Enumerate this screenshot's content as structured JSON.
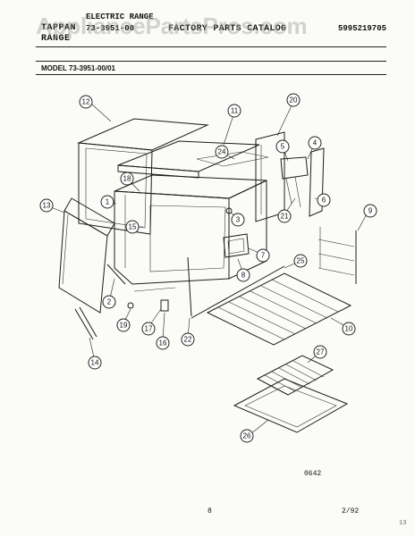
{
  "header": {
    "product": "ELECTRIC RANGE",
    "brand_label": "TAPPAN",
    "range_label": "RANGE",
    "brand_value": "73-3951-00",
    "catalog_title": "FACTORY PARTS CATALOG",
    "part_number": "5995219705"
  },
  "watermark": "AppliancePartsPros.com",
  "model_line": "MODEL 73-3951-00/01",
  "callouts": [
    "1",
    "2",
    "3",
    "4",
    "5",
    "6",
    "7",
    "8",
    "9",
    "10",
    "11",
    "12",
    "13",
    "14",
    "15",
    "16",
    "17",
    "18",
    "19",
    "20",
    "21",
    "22",
    "24",
    "25",
    "26",
    "27"
  ],
  "footer": {
    "code": "0642",
    "page": "8",
    "date": "2/92",
    "corner_mark": "13"
  }
}
